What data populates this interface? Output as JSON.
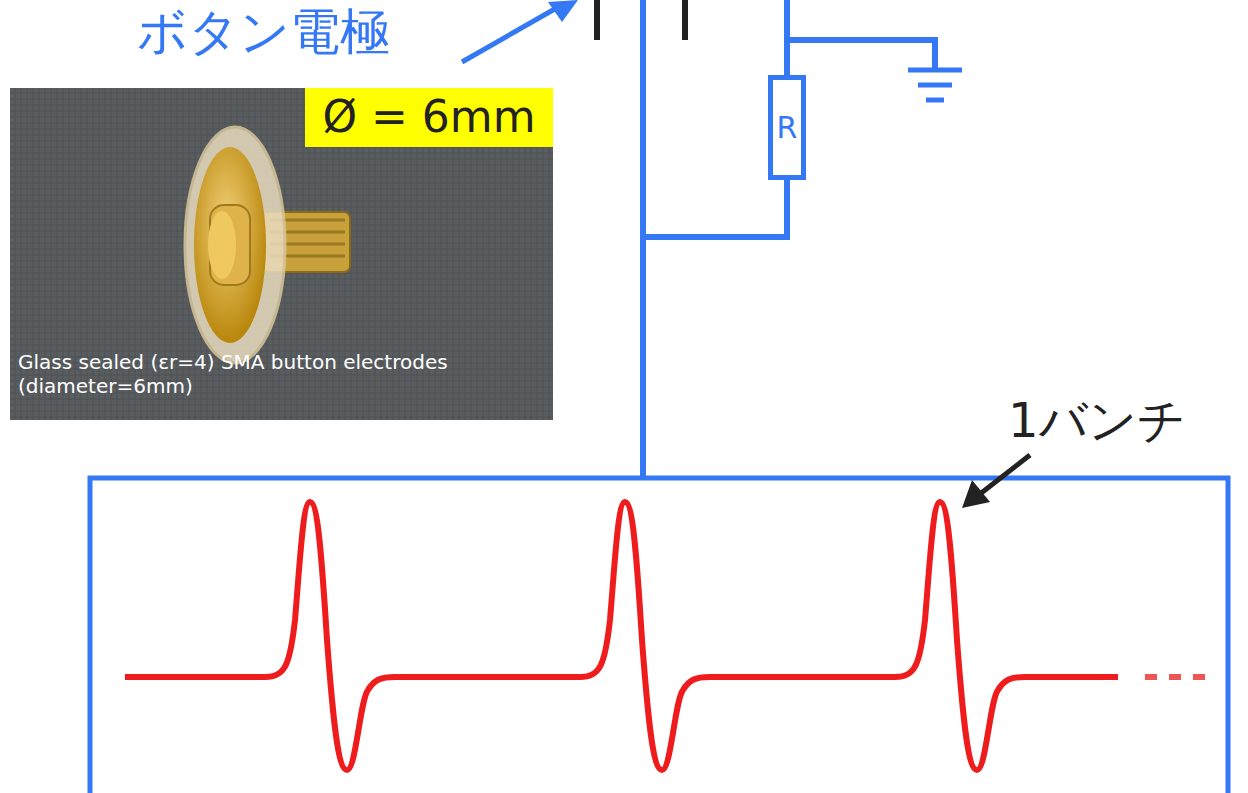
{
  "diagram": {
    "nodes": [
      {
        "text": [
          "R"
        ]
      }
    ],
    "labels": [
      "ボタン電極",
      "Ø = 6mm",
      "Glass sealed (εr=4) SMA button electrodes (diameter=6mm)",
      "1バンチ"
    ]
  }
}
